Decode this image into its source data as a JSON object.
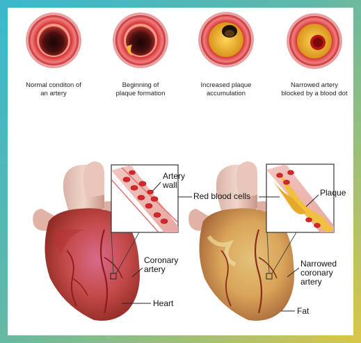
{
  "stages": [
    {
      "line1": "Normal conditon of",
      "line2": "an artery"
    },
    {
      "line1": "Beginning of",
      "line2": "plaque formation"
    },
    {
      "line1": "Increased plaque",
      "line2": "accumulation"
    },
    {
      "line1": "Narrowed artery",
      "line2": "blocked by a blood dot"
    }
  ],
  "labels": {
    "artery_wall_1": "Artery",
    "artery_wall_2": "wall",
    "red_blood_cells": "Red blood cells",
    "plaque": "Plaque",
    "coronary_artery_1": "Coronary",
    "coronary_artery_2": "artery",
    "narrowed_1": "Narrowed",
    "narrowed_2": "coronary",
    "narrowed_3": "artery",
    "heart": "Heart",
    "fat": "Fat"
  },
  "colors": {
    "frame_left": "#3cb8cc",
    "frame_right": "#d6c64a",
    "artery_wall": "#e2403a",
    "plaque": "#e8b02a",
    "heart": "#c8433f",
    "blood_cell": "#d8262a"
  }
}
